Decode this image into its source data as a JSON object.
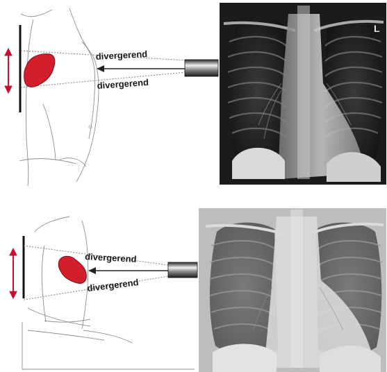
{
  "top_panel": {
    "upper_label": "divergerend",
    "lower_label": "divergerend",
    "xray_marker": "L"
  },
  "bottom_panel": {
    "upper_label": "divergerend",
    "lower_label": "divergerend"
  },
  "colors": {
    "heart_red": "#d21f2b",
    "arrow_red": "#c8102e",
    "xray_dark": "#1d1d1d",
    "xray_light_bg": "#bdbdbd"
  }
}
